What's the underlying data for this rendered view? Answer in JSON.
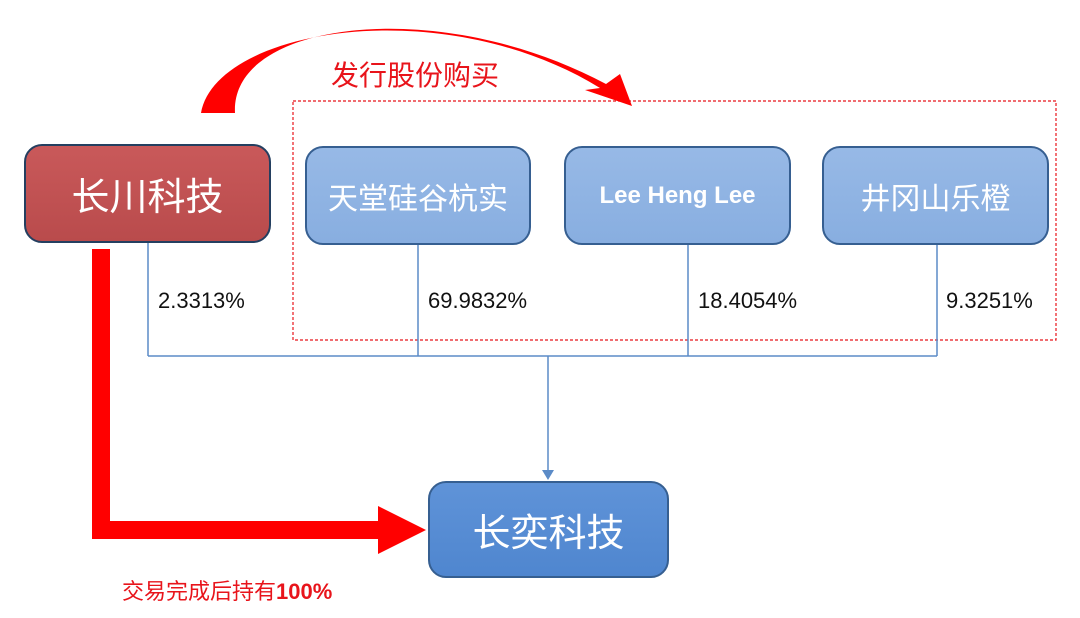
{
  "colors": {
    "accent_red": "#ff0000",
    "line_blue": "#5b8bc7",
    "dash_red": "#e8141b"
  },
  "acquirer": {
    "label": "长川科技"
  },
  "sellers": [
    {
      "label": "天堂硅谷杭实",
      "share": "69.9832%"
    },
    {
      "label": "Lee Heng Lee",
      "share": "18.4054%"
    },
    {
      "label": "井冈山乐橙",
      "share": "9.3251%"
    }
  ],
  "acquirer_share": "2.3313%",
  "target": {
    "label": "长奕科技"
  },
  "arrows": {
    "top_label": "发行股份购买",
    "bottom_label_text": "交易完成后持有",
    "bottom_label_value": "100%"
  }
}
